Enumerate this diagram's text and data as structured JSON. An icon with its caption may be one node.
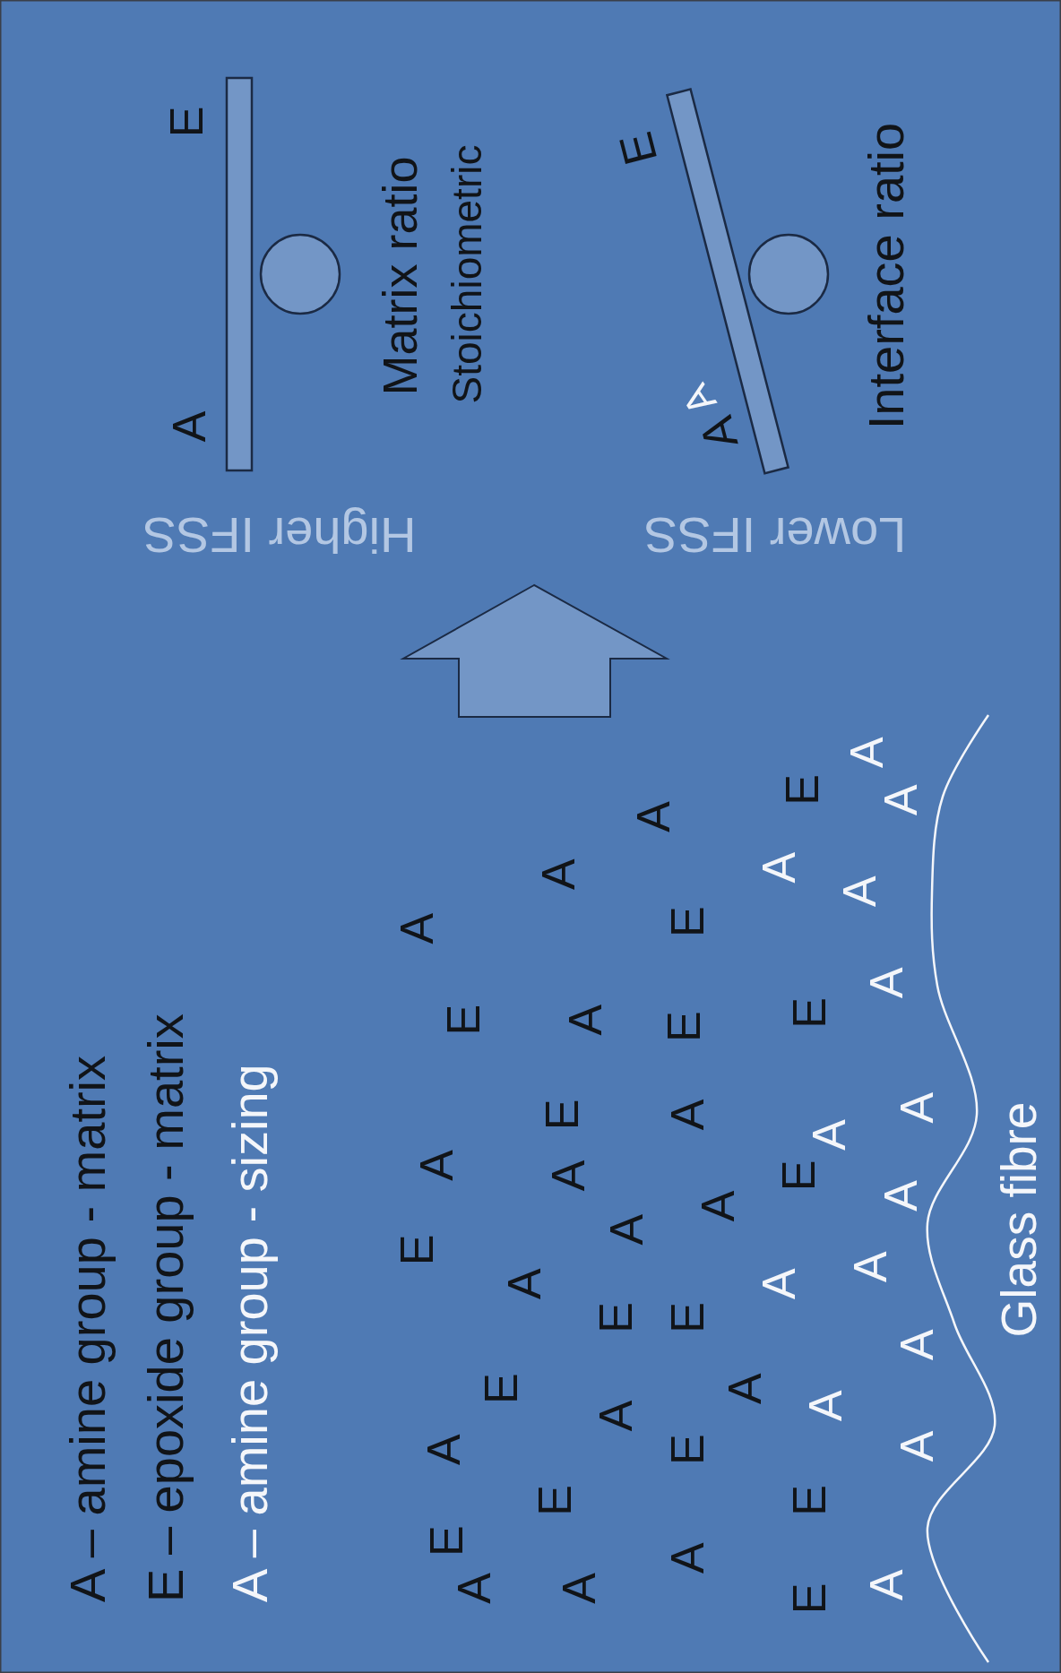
{
  "diagram": {
    "labels": [
      "A – amine group - matrix",
      "E – epoxide group - matrix",
      "A – amine group - sizing",
      "A",
      "E",
      "A",
      "E",
      "E",
      "A",
      "E",
      "A",
      "A",
      "A",
      "E",
      "A",
      "A",
      "A",
      "E",
      "A",
      "E",
      "A",
      "A",
      "E",
      "E",
      "A",
      "A",
      "E",
      "A",
      "E",
      "A",
      "E",
      "A",
      "E",
      "A",
      "E",
      "A",
      "A",
      "E",
      "E",
      "A",
      "A",
      "A",
      "A",
      "A",
      "A",
      "A",
      "A",
      "A",
      "A",
      "Glass fibre",
      "A",
      "E",
      "Matrix ratio",
      "Stoichiometric",
      "Higher IFSS",
      "E",
      "A",
      "A",
      "Interface ratio",
      "Lower IFSS"
    ]
  }
}
